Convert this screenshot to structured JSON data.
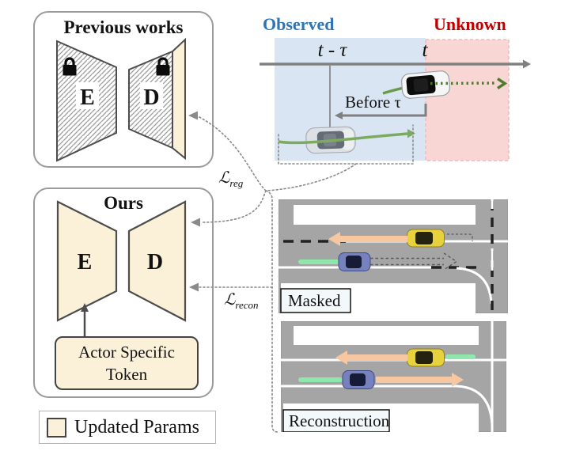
{
  "figure": {
    "previous_works": {
      "title": "Previous works",
      "encoder_label": "E",
      "decoder_label": "D"
    },
    "ours": {
      "title": "Ours",
      "encoder_label": "E",
      "decoder_label": "D",
      "token_line1": "Actor Specific",
      "token_line2": "Token"
    },
    "legend": {
      "updated_params_label": "Updated Params"
    },
    "timeline": {
      "observed_label": "Observed",
      "unknown_label": "Unknown",
      "t_minus_tau_label": "t - τ",
      "t_label": "t",
      "before_tau_label": "Before τ"
    },
    "losses": {
      "reg_symbol": "ℒ",
      "reg_subscript": "reg",
      "recon_symbol": "ℒ",
      "recon_subscript": "recon"
    },
    "scenes": {
      "masked_label": "Masked",
      "reconstruction_label": "Reconstruction"
    },
    "colors": {
      "observed_blue": "#2E74B5",
      "unknown_red": "#C00000",
      "observed_region": "#D9E5F3",
      "unknown_region": "#F8D6D4",
      "updated_params_cream": "#FBF0D8",
      "road_gray": "#A5A5A5",
      "history_green": "#8FE7AC",
      "future_peach": "#F6C7A0",
      "trajectory_green": "#7CAB5F",
      "prediction_green": "#4E7C2C",
      "connector_gray": "#8A8A8A"
    }
  }
}
